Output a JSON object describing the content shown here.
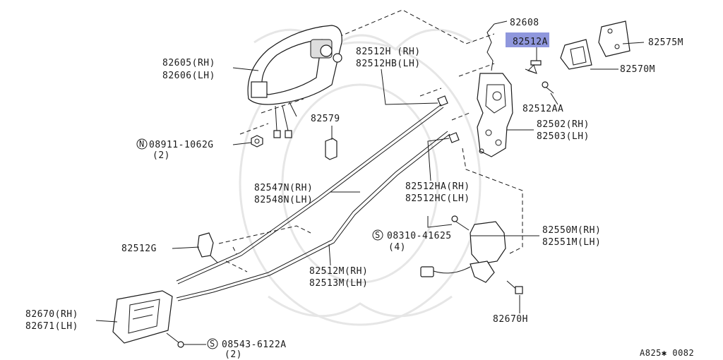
{
  "highlight_color": "#8f97dd",
  "labels": {
    "p82608": "82608",
    "p82512A": "82512A",
    "p82575M": "82575M",
    "p82570M": "82570M",
    "p82605": "82605(RH)",
    "p82606": "82606(LH)",
    "p82512H": "82512H (RH)",
    "p82512HB": "82512HB(LH)",
    "p82512AA": "82512AA",
    "p82502": "82502(RH)",
    "p82503": "82503(LH)",
    "p82579": "82579",
    "n08911_code": "08911-1062G",
    "n08911_qty": "(2)",
    "p82547N": "82547N(RH)",
    "p82548N": "82548N(LH)",
    "p82512HA": "82512HA(RH)",
    "p82512HC": "82512HC(LH)",
    "s08310_code": "08310-41625",
    "s08310_qty": "(4)",
    "p82550M": "82550M(RH)",
    "p82551M": "82551M(LH)",
    "p82512G": "82512G",
    "p82512M": "82512M(RH)",
    "p82513M": "82513M(LH)",
    "p82670": "82670(RH)",
    "p82671": "82671(LH)",
    "p82670H": "82670H",
    "s08543_code": "08543-6122A",
    "s08543_qty": "(2)",
    "fig_code": "A825✱ 0082"
  },
  "prefix_marks": {
    "n": "N",
    "s": "S"
  }
}
